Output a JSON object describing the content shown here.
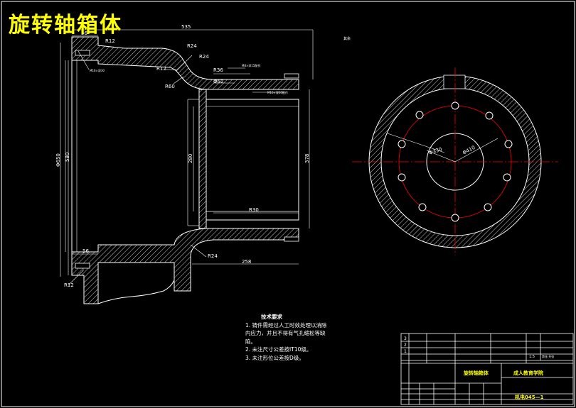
{
  "title": "旋转轴箱体",
  "section_note": "其余",
  "dimensions": {
    "d56_top": "56",
    "d535": "535",
    "r12_top": "R12",
    "r24_top": "R24",
    "r24_b": "R24",
    "r12_mid": "R12",
    "r60": "R60",
    "r36": "R36",
    "phi62": "Φ62",
    "d650": "Φ650",
    "d580": "580",
    "d280": "280",
    "d378": "378",
    "r30": "R30",
    "d56_bot": "56",
    "r12_bot": "R12",
    "r24_bot": "R24",
    "d258": "258",
    "phi330": "Φ330",
    "phi410": "Φ410",
    "small_thread_1": "M8×深15配作",
    "small_thread_2": "M16×深30",
    "small_thread_3": "M16×深30配作"
  },
  "tech_requirements": {
    "title": "技术要求",
    "lines": [
      "1. 铸件需经过人工时效处理以消除",
      "内应力，并且不得有气孔缩松等缺",
      "陷。",
      "2. 未注尺寸公差按IT10级。",
      "3. 未注形位公差按D级。"
    ]
  },
  "title_block": {
    "part_name": "旋转轴箱体",
    "school": "成人教育学院",
    "drawing_no": "机电045—1",
    "rev_rows": [
      "3",
      "2",
      "1"
    ],
    "scale": "1:5",
    "sheet": "第张 共张"
  },
  "colors": {
    "line": "#ffffff",
    "center": "#ff0000",
    "hatch": "#ffffff",
    "title": "#ffff00",
    "dim": "#ffffff",
    "highlight": "#ffff00",
    "green": "#00ff00"
  }
}
